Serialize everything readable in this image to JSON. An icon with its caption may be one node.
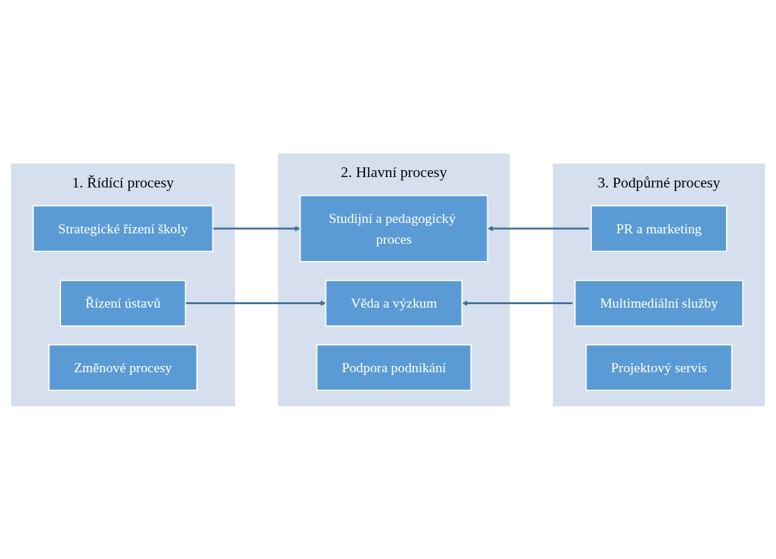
{
  "diagram": {
    "nodes": [
      {
        "text": [
          "1. Řídící procesy"
        ]
      },
      {
        "text": [
          "Strategické řízení školy"
        ],
        "in": 0
      },
      {
        "text": [
          "Řízení ústavů"
        ],
        "in": 0
      },
      {
        "text": [
          "Změnové procesy"
        ],
        "in": 0
      },
      {
        "text": [
          "2. Hlavní procesy"
        ]
      },
      {
        "text": [
          "Studijní a pedagogický proces"
        ],
        "in": 4
      },
      {
        "text": [
          "Věda a výzkum"
        ],
        "in": 4
      },
      {
        "text": [
          "Podpora podnikání"
        ],
        "in": 4
      },
      {
        "text": [
          "3. Podpůrné procesy"
        ]
      },
      {
        "text": [
          "PR a marketing"
        ],
        "in": 8
      },
      {
        "text": [
          "Multimediální služby"
        ],
        "in": 8
      },
      {
        "text": [
          "Projektový servis"
        ],
        "in": 8
      }
    ],
    "edges": [
      {
        "from": 1,
        "to": 5,
        "arrow": "to"
      },
      {
        "from": 2,
        "to": 6,
        "arrow": "to"
      },
      {
        "from": 9,
        "to": 5,
        "arrow": "to"
      },
      {
        "from": 10,
        "to": 6,
        "arrow": "to"
      }
    ]
  }
}
